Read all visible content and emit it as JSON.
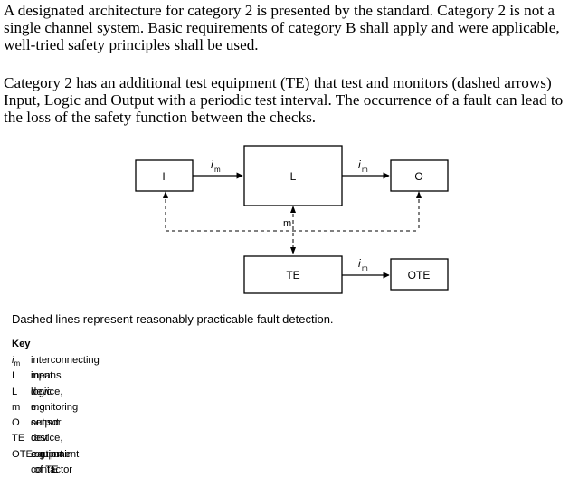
{
  "paragraphs": [
    "A designated architecture for category 2 is presented by the standard. Category 2 is not a single channel system. Basic requirements of category B shall apply and were applicable, well-tried safety principles shall be used.",
    "Category 2 has an additional test equipment (TE) that test and monitors (dashed arrows) Input, Logic and Output with a periodic test interval. The occurrence of a fault can lead to the loss of the safety function between the checks."
  ],
  "diagram": {
    "blocks": {
      "input": "I",
      "logic": "L",
      "output": "O",
      "test_equipment": "TE",
      "output_te": "OTE"
    },
    "connection_label": "i",
    "connection_subscript": "m",
    "monitoring_label": "m"
  },
  "caption": "Dashed lines represent reasonably practicable fault detection.",
  "key": {
    "title": "Key",
    "items": [
      {
        "symbol": "i",
        "subscript": "m",
        "text": "interconnecting means"
      },
      {
        "symbol": "I",
        "text": "input device, e.g. sensor"
      },
      {
        "symbol": "L",
        "text": "logic"
      },
      {
        "symbol": "m",
        "text": "monitoring"
      },
      {
        "symbol": "O",
        "text": "output device, e.g. main contactor"
      },
      {
        "symbol": "TE",
        "text": "test equipment"
      },
      {
        "symbol": "OTE",
        "text": "output of TE"
      }
    ]
  }
}
